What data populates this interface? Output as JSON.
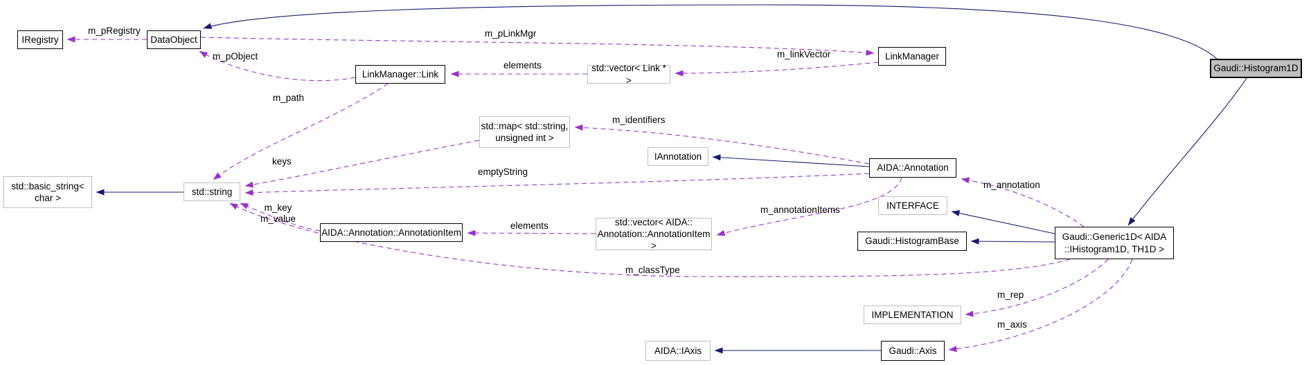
{
  "diagram_type": "doxygen-collaboration-graph",
  "colors": {
    "inheritance_edge": "#191970",
    "usage_edge": "#9932cc",
    "documented_border": "#000000",
    "external_border": "#bfbfbf",
    "current_node_fill": "#bfbfbf",
    "background": "#ffffff"
  },
  "nodes": [
    {
      "id": "iregistry",
      "label": "IRegistry",
      "type": "class"
    },
    {
      "id": "dataobject",
      "label": "DataObject",
      "type": "class"
    },
    {
      "id": "linkmanager-link",
      "label": "LinkManager::Link",
      "type": "class"
    },
    {
      "id": "vector-link",
      "label": "std::vector< Link * >",
      "type": "external"
    },
    {
      "id": "linkmanager",
      "label": "LinkManager",
      "type": "class"
    },
    {
      "id": "histogram1d",
      "label": "Gaudi::Histogram1D",
      "type": "current"
    },
    {
      "id": "map-string-uint",
      "label": "std::map< std::string,\nunsigned int >",
      "type": "external"
    },
    {
      "id": "iannotation",
      "label": "IAnnotation",
      "type": "external"
    },
    {
      "id": "aida-annotation",
      "label": "AIDA::Annotation",
      "type": "class"
    },
    {
      "id": "basic-string",
      "label": "std::basic_string<\nchar >",
      "type": "external"
    },
    {
      "id": "std-string",
      "label": "std::string",
      "type": "external"
    },
    {
      "id": "interface",
      "label": "INTERFACE",
      "type": "external"
    },
    {
      "id": "annotation-item",
      "label": "AIDA::Annotation::AnnotationItem",
      "type": "class"
    },
    {
      "id": "vector-annotationitem",
      "label": "std::vector< AIDA::\nAnnotation::AnnotationItem >",
      "type": "external"
    },
    {
      "id": "histogrambase",
      "label": "Gaudi::HistogramBase",
      "type": "class"
    },
    {
      "id": "generic1d",
      "label": "Gaudi::Generic1D< AIDA\n::IHistogram1D, TH1D >",
      "type": "class"
    },
    {
      "id": "implementation",
      "label": "IMPLEMENTATION",
      "type": "external"
    },
    {
      "id": "aida-iaxis",
      "label": "AIDA::IAxis",
      "type": "external"
    },
    {
      "id": "gaudi-axis",
      "label": "Gaudi::Axis",
      "type": "class"
    }
  ],
  "edge_labels": [
    {
      "id": "m_pRegistry",
      "label": "m_pRegistry"
    },
    {
      "id": "m_pLinkMgr",
      "label": "m_pLinkMgr"
    },
    {
      "id": "m_pObject",
      "label": "m_pObject"
    },
    {
      "id": "elements_top",
      "label": "elements"
    },
    {
      "id": "m_linkVector",
      "label": "m_linkVector"
    },
    {
      "id": "m_path",
      "label": "m_path"
    },
    {
      "id": "m_identifiers",
      "label": "m_identifiers"
    },
    {
      "id": "keys",
      "label": "keys"
    },
    {
      "id": "emptyString",
      "label": "emptyString"
    },
    {
      "id": "m_key_m_value",
      "label": "m_key\nm_value"
    },
    {
      "id": "elements_bottom",
      "label": "elements"
    },
    {
      "id": "m_annotationItems",
      "label": "m_annotationItems"
    },
    {
      "id": "m_annotation",
      "label": "m_annotation"
    },
    {
      "id": "m_classType",
      "label": "m_classType"
    },
    {
      "id": "m_rep",
      "label": "m_rep"
    },
    {
      "id": "m_axis",
      "label": "m_axis"
    }
  ]
}
